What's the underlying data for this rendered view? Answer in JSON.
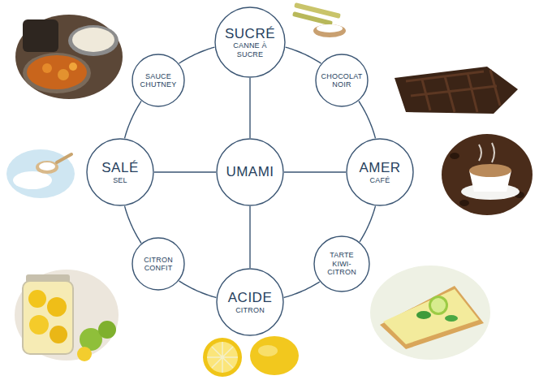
{
  "diagram": {
    "nodes": [
      {
        "text": [
          "SUCRÉ",
          "CANNE À SUCRE"
        ]
      },
      {
        "text": [
          "SAUCE CHUTNEY"
        ]
      },
      {
        "text": [
          "CHOCOLAT NOIR"
        ]
      },
      {
        "text": [
          "SALÉ",
          "SEL"
        ]
      },
      {
        "text": [
          "UMAMI"
        ]
      },
      {
        "text": [
          "AMER",
          "CAFÉ"
        ]
      },
      {
        "text": [
          "CITRON CONFIT"
        ]
      },
      {
        "text": [
          "TARTE KIWI-CITRON"
        ]
      },
      {
        "text": [
          "ACIDE",
          "CITRON"
        ]
      }
    ],
    "edges": [
      {
        "from": 0,
        "to": 2,
        "arrow": "none"
      },
      {
        "from": 2,
        "to": 5,
        "arrow": "none"
      },
      {
        "from": 5,
        "to": 7,
        "arrow": "none"
      },
      {
        "from": 7,
        "to": 8,
        "arrow": "none"
      },
      {
        "from": 8,
        "to": 6,
        "arrow": "none"
      },
      {
        "from": 6,
        "to": 3,
        "arrow": "none"
      },
      {
        "from": 3,
        "to": 1,
        "arrow": "none"
      },
      {
        "from": 1,
        "to": 0,
        "arrow": "none"
      },
      {
        "from": 4,
        "to": 0,
        "arrow": "none"
      },
      {
        "from": 4,
        "to": 5,
        "arrow": "none"
      },
      {
        "from": 4,
        "to": 8,
        "arrow": "none"
      },
      {
        "from": 4,
        "to": 3,
        "arrow": "none"
      }
    ]
  }
}
